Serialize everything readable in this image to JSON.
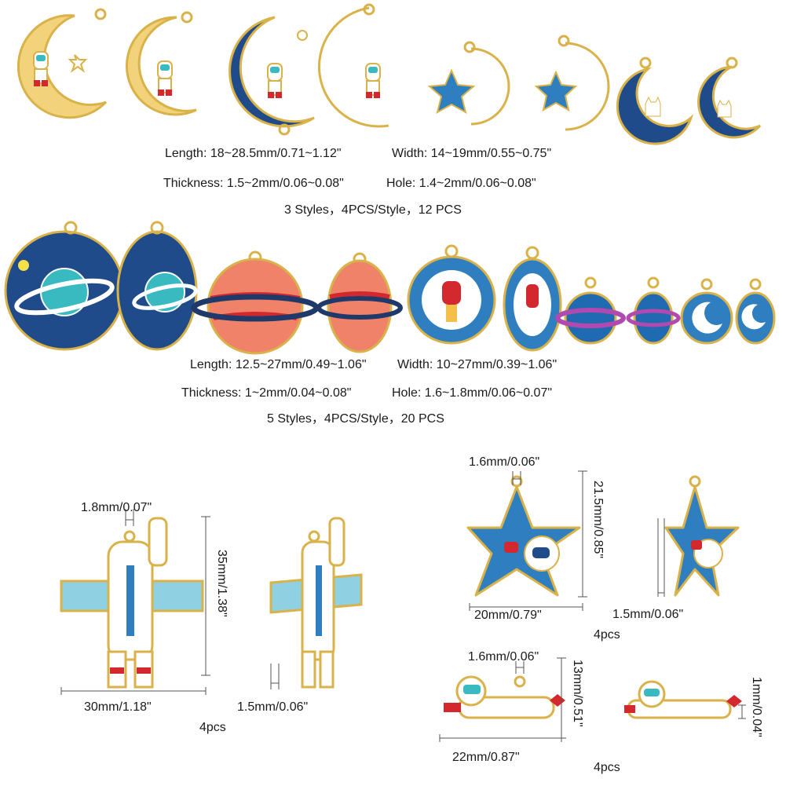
{
  "specs": {
    "group1": {
      "length": "Length: 18~28.5mm/0.71~1.12\"",
      "width": "Width: 14~19mm/0.55~0.75\"",
      "thickness": "Thickness: 1.5~2mm/0.06~0.08\"",
      "hole": "Hole: 1.4~2mm/0.06~0.08\"",
      "count": "3 Styles，4PCS/Style，12 PCS"
    },
    "group2": {
      "length": "Length: 12.5~27mm/0.49~1.06\"",
      "width": "Width: 10~27mm/0.39~1.06\"",
      "thickness": "Thickness: 1~2mm/0.04~0.08\"",
      "hole": "Hole: 1.6~1.8mm/0.06~0.07\"",
      "count": "5 Styles，4PCS/Style，20 PCS"
    }
  },
  "dimensions": {
    "satellite": {
      "hole": "1.8mm/0.07\"",
      "height": "35mm/1.38\"",
      "width": "30mm/1.18\"",
      "thickness": "1.5mm/0.06\"",
      "qty": "4pcs"
    },
    "star": {
      "hole": "1.6mm/0.06\"",
      "height": "21.5mm/0.85\"",
      "width": "20mm/0.79\"",
      "thickness": "1.5mm/0.06\"",
      "qty": "4pcs"
    },
    "flying": {
      "hole": "1.6mm/0.06\"",
      "height": "13mm/0.51\"",
      "width": "22mm/0.87\"",
      "thickness": "1mm/0.04\"",
      "qty": "4pcs"
    }
  },
  "colors": {
    "gold": "#d9b24a",
    "navy": "#1f4b8a",
    "blue": "#2f7fc0",
    "red": "#d3282e",
    "purple": "#7b3fa6",
    "teal": "#39b9c0",
    "coral": "#f0826a"
  }
}
